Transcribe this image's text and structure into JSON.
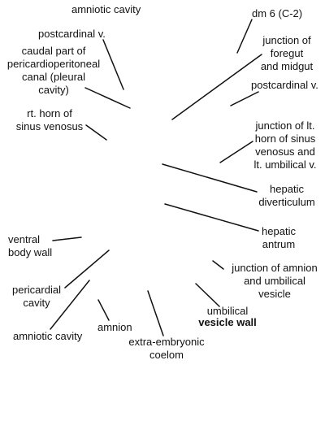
{
  "labels": {
    "amniotic_cavity_top": "amniotic cavity",
    "dm6": "dm 6 (C-2)",
    "postcardinal_left": "postcardinal v.",
    "junction_foregut": "junction of\nforegut\nand midgut",
    "caudal_part": "caudal part of\npericardioperitoneal\ncanal (pleural\ncavity)",
    "postcardinal_right": "postcardinal v.",
    "rt_horn": "rt. horn of\nsinus venosus",
    "junction_lt_horn": "junction of lt.\nhorn of sinus\nvenosus and\nlt. umbilical v.",
    "hepatic_diverticulum": "hepatic\ndiverticulum",
    "hepatic_antrum": "hepatic\nantrum",
    "ventral_body_wall": "ventral\nbody wall",
    "junction_amnion": "junction of amnion\nand umbilical\nvesicle",
    "pericardial_cavity": "pericardial\ncavity",
    "umbilical": "umbilical",
    "vesicle_wall": "vesicle wall",
    "amnion": "amnion",
    "amniotic_cavity_bottom": "amniotic cavity",
    "extra_embryonic_coelom": "extra-embryonic\ncoelom"
  },
  "colors": {
    "line": "#111111",
    "text": "#111111",
    "background": "#ffffff"
  }
}
